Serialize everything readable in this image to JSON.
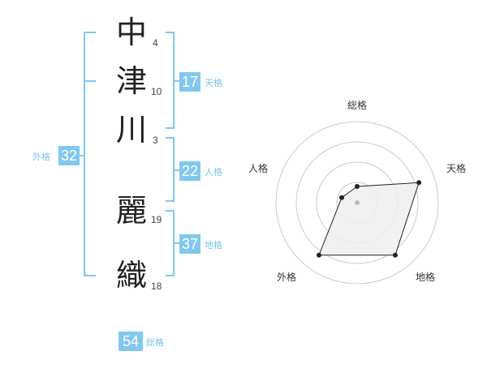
{
  "name": {
    "characters": [
      {
        "char": "中",
        "strokes": "4"
      },
      {
        "char": "津",
        "strokes": "10"
      },
      {
        "char": "川",
        "strokes": "3"
      },
      {
        "char": "麗",
        "strokes": "19"
      },
      {
        "char": "織",
        "strokes": "18"
      }
    ]
  },
  "fortune": {
    "tenkaku": {
      "value": "17",
      "label": "天格"
    },
    "jinkaku": {
      "value": "22",
      "label": "人格"
    },
    "chikaku": {
      "value": "37",
      "label": "地格"
    },
    "gaikaku": {
      "value": "32",
      "label": "外格"
    },
    "soukaku": {
      "value": "54",
      "label": "総格"
    }
  },
  "chart_data": {
    "type": "radar",
    "axes": [
      "総格",
      "天格",
      "地格",
      "外格",
      "人格"
    ],
    "values": [
      0.2,
      0.8,
      0.8,
      0.8,
      0.2
    ],
    "rings": 4,
    "colors": {
      "fill": "#efefef",
      "line": "#222222",
      "ring": "#cccccc",
      "center": "#bbbbbb"
    }
  },
  "colors": {
    "accent": "#80c8ee",
    "bracket": "#80c8ee"
  }
}
